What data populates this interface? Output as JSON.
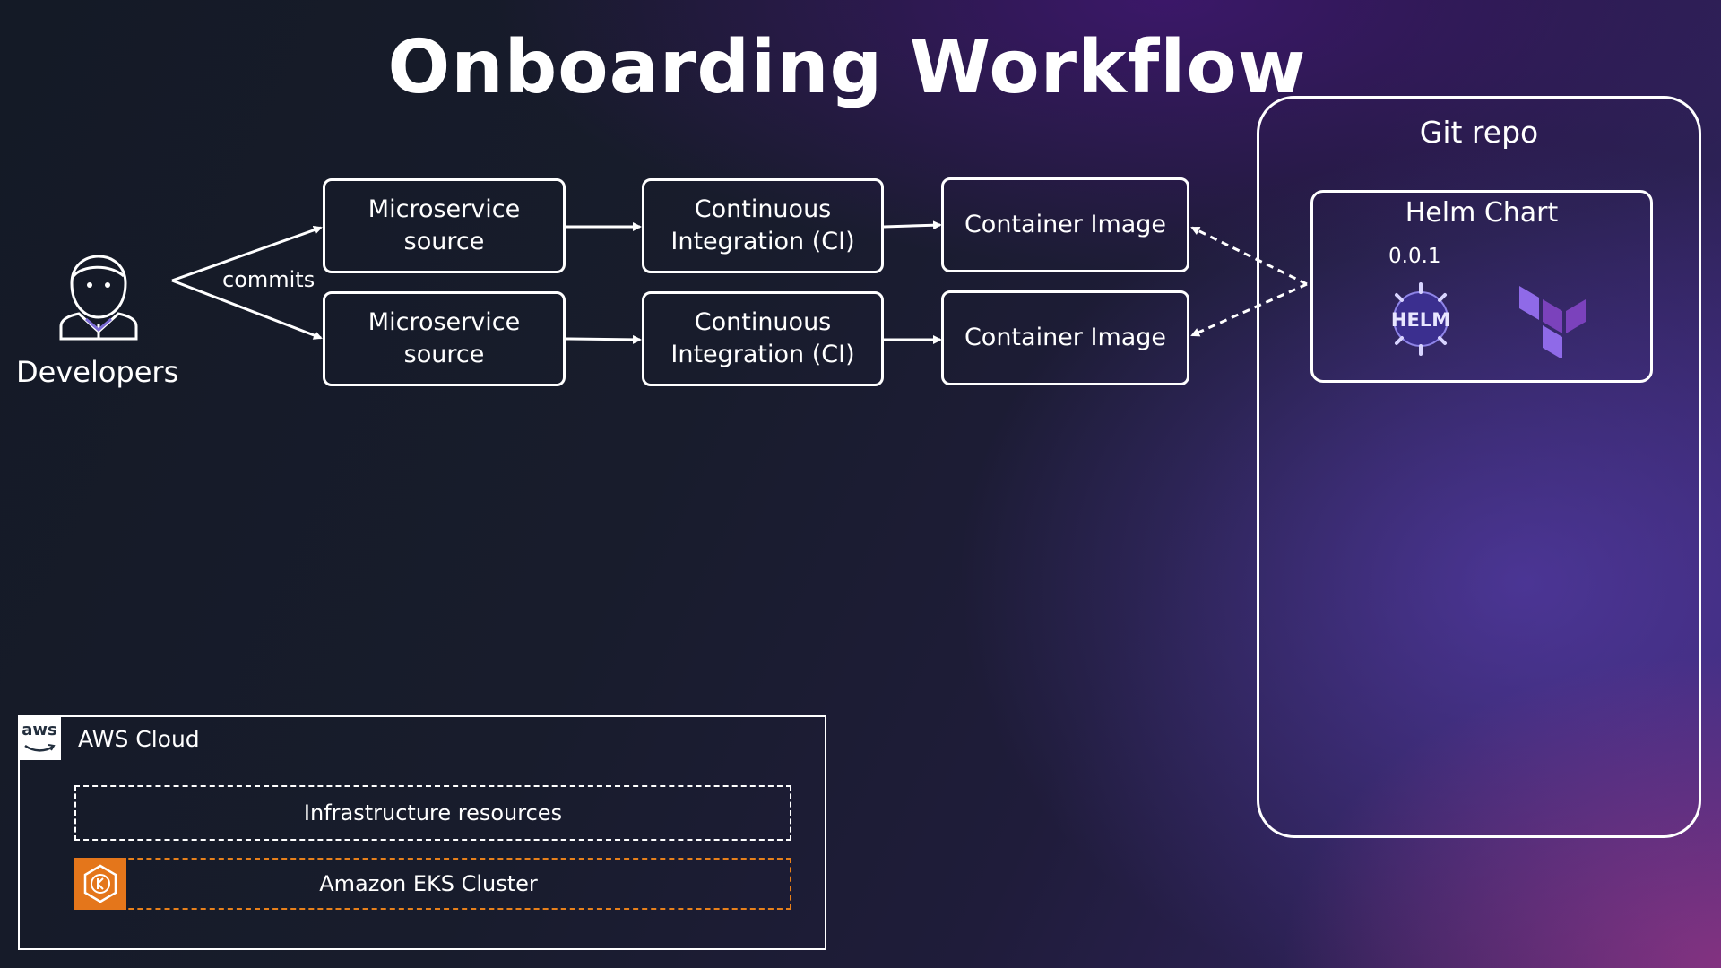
{
  "title": "Onboarding Workflow",
  "developers": {
    "label": "Developers",
    "edge_label": "commits"
  },
  "pipeline_rows": [
    {
      "source": [
        "Microservice",
        "source"
      ],
      "ci": [
        "Continuous",
        "Integration (CI)"
      ],
      "image": "Container Image"
    },
    {
      "source": [
        "Microservice",
        "source"
      ],
      "ci": [
        "Continuous",
        "Integration (CI)"
      ],
      "image": "Container Image"
    }
  ],
  "git_repo": {
    "title": "Git repo",
    "helm_chart": {
      "title": "Helm Chart",
      "version": "0.0.1",
      "helm_logo_text": "HELM",
      "icons": [
        "helm-icon",
        "terraform-icon"
      ]
    }
  },
  "aws_cloud": {
    "logo_text": "aws",
    "title": "AWS Cloud",
    "infrastructure": "Infrastructure resources",
    "eks": "Amazon EKS Cluster",
    "eks_icon": "eks-icon"
  },
  "colors": {
    "line": "#ffffff",
    "eks_orange": "#e4761b",
    "terraform_purple": "#7b42bc"
  }
}
